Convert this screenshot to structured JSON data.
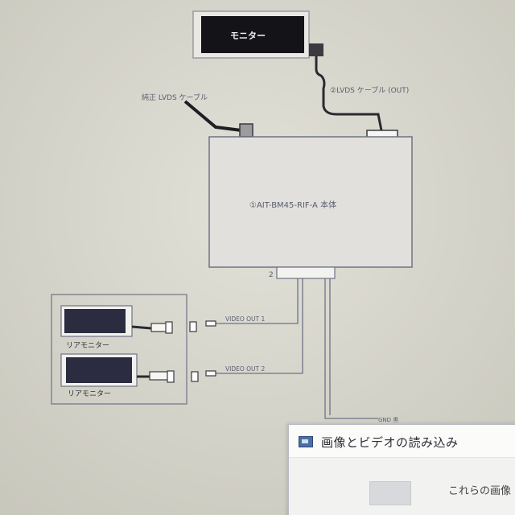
{
  "diagram": {
    "monitor_label": "モニター",
    "lvds_out_label": "②LVDS ケーブル (OUT)",
    "genuine_lvds_label": "純正 LVDS ケーブル",
    "main_unit_label": "①AIT-BM45-RIF-A 本体",
    "port_number": "2",
    "rear_monitor_1_label": "リアモニター",
    "rear_monitor_2_label": "リアモニター",
    "video_out_1_label": "VIDEO OUT 1",
    "video_out_2_label": "VIDEO OUT 2",
    "gnd_label": "GND 黒"
  },
  "dialog": {
    "icon": "image-import-icon",
    "title": "画像とビデオの読み込み",
    "body_text": "これらの画像"
  }
}
